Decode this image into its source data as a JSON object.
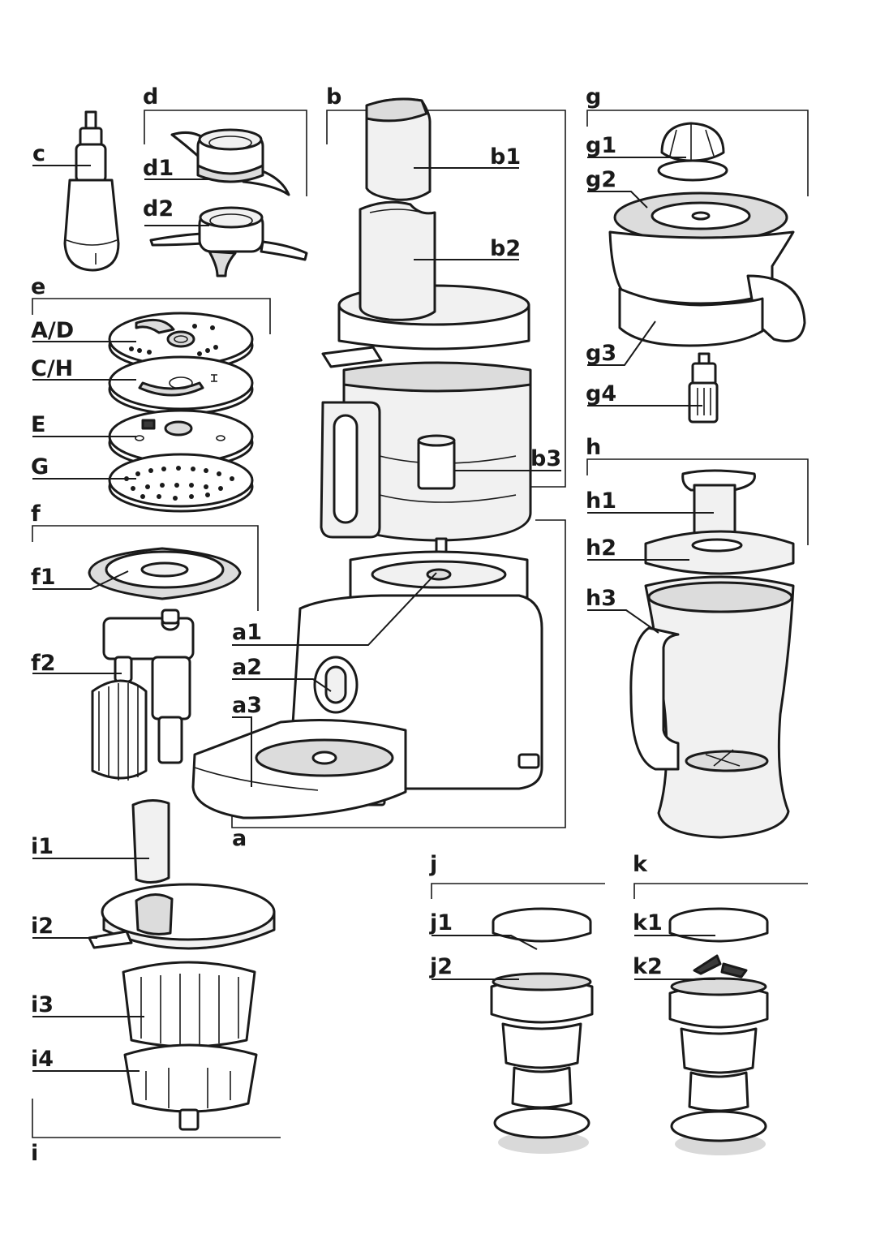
{
  "labels": {
    "a": "a",
    "a1": "a1",
    "a2": "a2",
    "a3": "a3",
    "b": "b",
    "b1": "b1",
    "b2": "b2",
    "b3": "b3",
    "c": "c",
    "d": "d",
    "d1": "d1",
    "d2": "d2",
    "e": "e",
    "AD": "A/D",
    "CH": "C/H",
    "E": "E",
    "G": "G",
    "f": "f",
    "f1": "f1",
    "f2": "f2",
    "g": "g",
    "g1": "g1",
    "g2": "g2",
    "g3": "g3",
    "g4": "g4",
    "h": "h",
    "h1": "h1",
    "h2": "h2",
    "h3": "h3",
    "i": "i",
    "i1": "i1",
    "i2": "i2",
    "i3": "i3",
    "i4": "i4",
    "j": "j",
    "j1": "j1",
    "j2": "j2",
    "k": "k",
    "k1": "k1",
    "k2": "k2"
  },
  "colors": {
    "ink": "#1a1a1a",
    "tint": "#f1f1f1",
    "shade": "#dcdcdc"
  }
}
